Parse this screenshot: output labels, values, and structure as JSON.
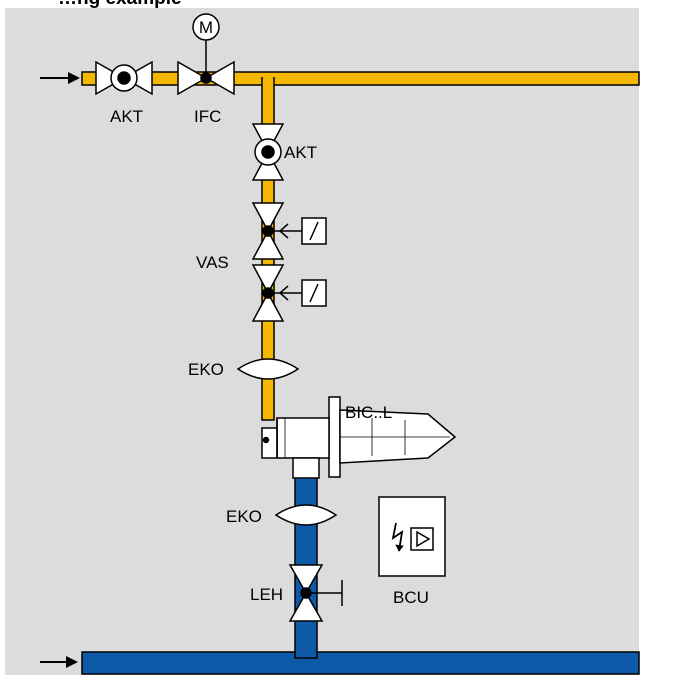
{
  "title": "…ng example",
  "labels": {
    "akt_top": "AKT",
    "ifc": "IFC",
    "motor": "M",
    "akt_vertical": "AKT",
    "vas": "VAS",
    "eko_gas": "EKO",
    "burner": "BIC..L",
    "eko_air": "EKO",
    "bcu": "BCU",
    "leh": "LEH"
  },
  "colors": {
    "gas_pipe": "#f5b800",
    "air_pipe": "#0f5aa8",
    "background": "#dcdcdc",
    "outline": "#000000"
  },
  "icons": [
    "arrow-right-icon",
    "motor-icon",
    "lightning-icon",
    "play-icon"
  ]
}
